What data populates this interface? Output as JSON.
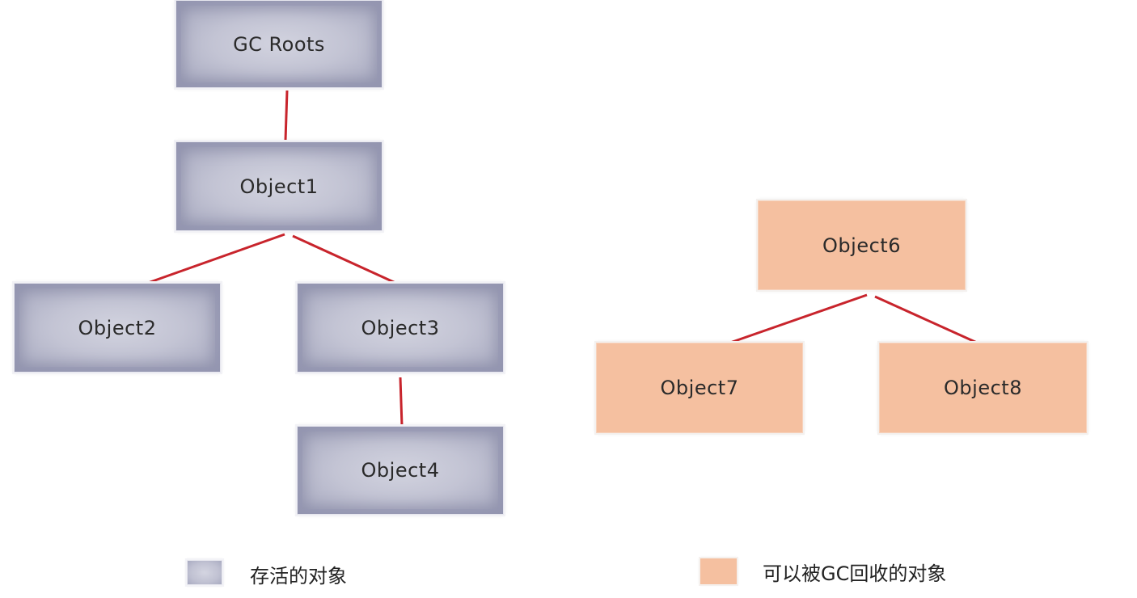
{
  "colors": {
    "live_node": "#c3c4d4",
    "collectable_node": "#f5c0a0",
    "connector": "#c8242c"
  },
  "nodes": {
    "gc_roots": "GC Roots",
    "object1": "Object1",
    "object2": "Object2",
    "object3": "Object3",
    "object4": "Object4",
    "object6": "Object6",
    "object7": "Object7",
    "object8": "Object8"
  },
  "edges": [
    [
      "gc_roots",
      "object1"
    ],
    [
      "object1",
      "object2"
    ],
    [
      "object1",
      "object3"
    ],
    [
      "object3",
      "object4"
    ],
    [
      "object6",
      "object7"
    ],
    [
      "object6",
      "object8"
    ]
  ],
  "legend": {
    "live_label": "存活的对象",
    "collectable_label": "可以被GC回收的对象"
  }
}
